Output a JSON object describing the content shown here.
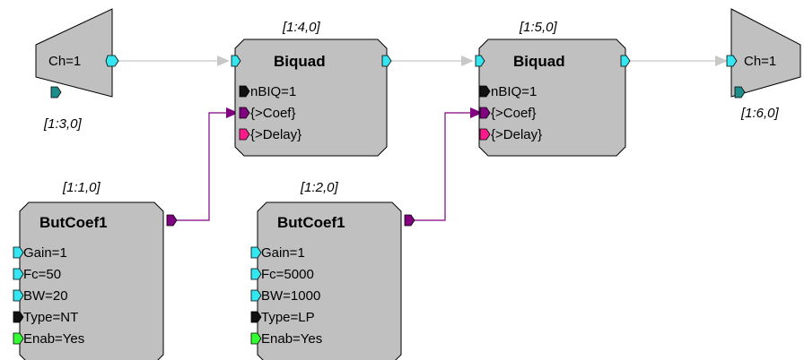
{
  "colors": {
    "block_fill": "#c0c0c0",
    "port_cyan": "#33e6f0",
    "port_teal": "#1f8c8c",
    "port_black": "#111111",
    "port_purple": "#800080",
    "port_pink": "#ff1a8c",
    "port_green": "#33ff33",
    "wire_gray": "#c8c8c8",
    "wire_purple": "#800080"
  },
  "blocks": {
    "in_ch": {
      "index": "[1:3,0]",
      "label": "Ch=1"
    },
    "out_ch": {
      "index": "[1:6,0]",
      "label": "Ch=1"
    },
    "biquad1": {
      "index": "[1:4,0]",
      "title": "Biquad",
      "params": [
        "nBIQ=1",
        "{>Coef}",
        "{>Delay}"
      ]
    },
    "biquad2": {
      "index": "[1:5,0]",
      "title": "Biquad",
      "params": [
        "nBIQ=1",
        "{>Coef}",
        "{>Delay}"
      ]
    },
    "butcoef1": {
      "index": "[1:1,0]",
      "title": "ButCoef1",
      "params": [
        "Gain=1",
        "Fc=50",
        "BW=20",
        "Type=NT",
        "Enab=Yes"
      ]
    },
    "butcoef2": {
      "index": "[1:2,0]",
      "title": "ButCoef1",
      "params": [
        "Gain=1",
        "Fc=5000",
        "BW=1000",
        "Type=LP",
        "Enab=Yes"
      ]
    }
  }
}
